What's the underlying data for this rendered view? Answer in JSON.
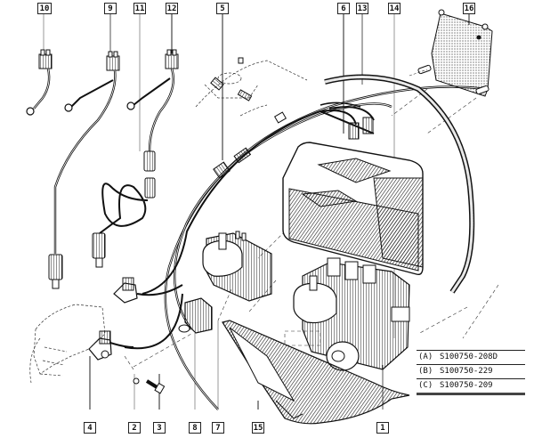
{
  "diagram": {
    "type": "exploded-parts-diagram",
    "subject": "ignition module / coil wiring assembly"
  },
  "callouts_top": [
    {
      "id": "10",
      "label": "10"
    },
    {
      "id": "9",
      "label": "9"
    },
    {
      "id": "11",
      "label": "11"
    },
    {
      "id": "12",
      "label": "12"
    },
    {
      "id": "5",
      "label": "5"
    },
    {
      "id": "6",
      "label": "6"
    },
    {
      "id": "13",
      "label": "13"
    },
    {
      "id": "14",
      "label": "14"
    },
    {
      "id": "16",
      "label": "16"
    }
  ],
  "callouts_bottom": [
    {
      "id": "4",
      "label": "4"
    },
    {
      "id": "2",
      "label": "2"
    },
    {
      "id": "3",
      "label": "3"
    },
    {
      "id": "8",
      "label": "8"
    },
    {
      "id": "7",
      "label": "7"
    },
    {
      "id": "15",
      "label": "15"
    },
    {
      "id": "1",
      "label": "1"
    }
  ],
  "reference_table": [
    {
      "key": "(A)",
      "value": "S100750-208D"
    },
    {
      "key": "(B)",
      "value": "S100750-229"
    },
    {
      "key": "(C)",
      "value": "S100750-209"
    }
  ]
}
